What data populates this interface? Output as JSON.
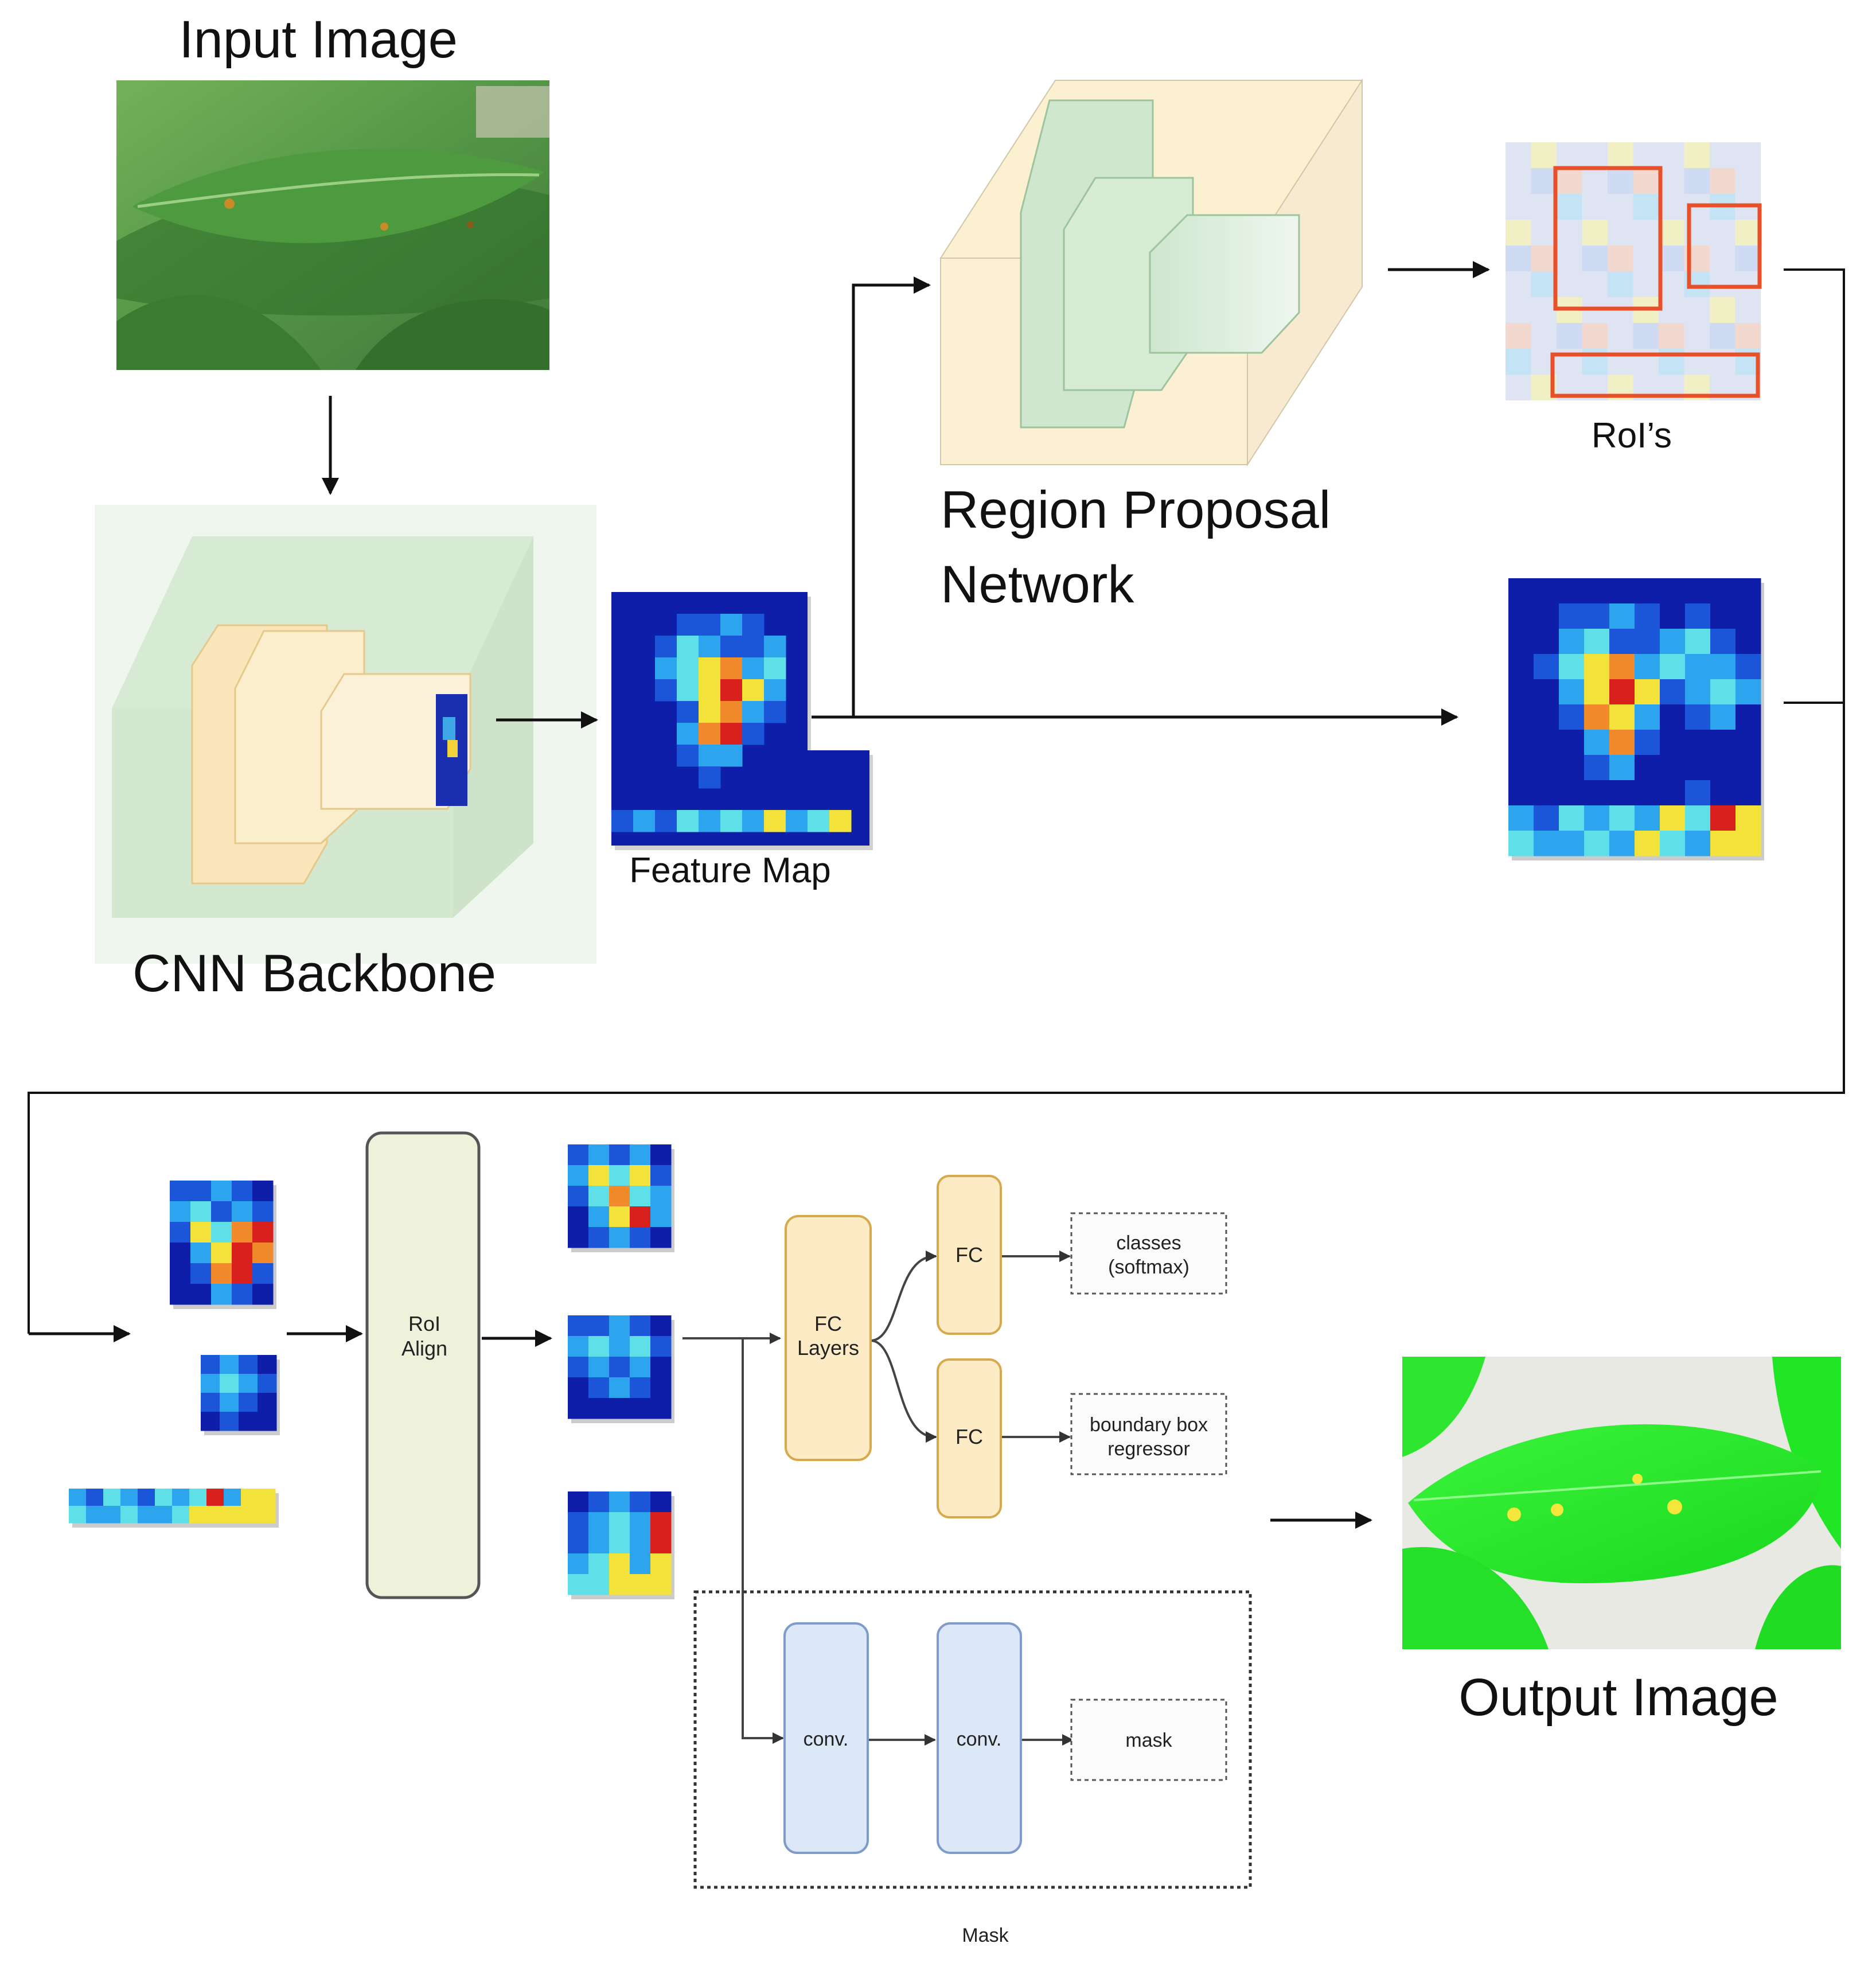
{
  "labels": {
    "input_image": "Input Image",
    "cnn_backbone": "CNN Backbone",
    "feature_map": "Feature Map",
    "rpn_line1": "Region Proposal",
    "rpn_line2": "Network",
    "rois": "RoI’s",
    "roi_align_line1": "RoI",
    "roi_align_line2": "Align",
    "fc_layers_line1": "FC",
    "fc_layers_line2": "Layers",
    "fc_top": "FC",
    "fc_bottom": "FC",
    "classes_line1": "classes",
    "classes_line2": "(softmax)",
    "bbox_line1": "boundary box",
    "bbox_line2": "regressor",
    "conv1": "conv.",
    "conv2": "conv.",
    "mask_box": "mask",
    "mask_region": "Mask",
    "output_image": "Output Image"
  },
  "colors": {
    "leaf_dark": "#2f6b2a",
    "leaf_mid": "#4f9a3e",
    "output_leaf": "#25f02a",
    "cube_yellow": "#fbf0cf",
    "cube_green": "#d8ead5",
    "fc_fill": "#fcebc4",
    "fc_stroke": "#d8a94a",
    "conv_fill": "#dce7f7",
    "conv_stroke": "#7e9bc9",
    "roi_align_fill": "#eef2da",
    "roi_box": "#e8502a",
    "heat_bg": "#0e1ea8"
  }
}
